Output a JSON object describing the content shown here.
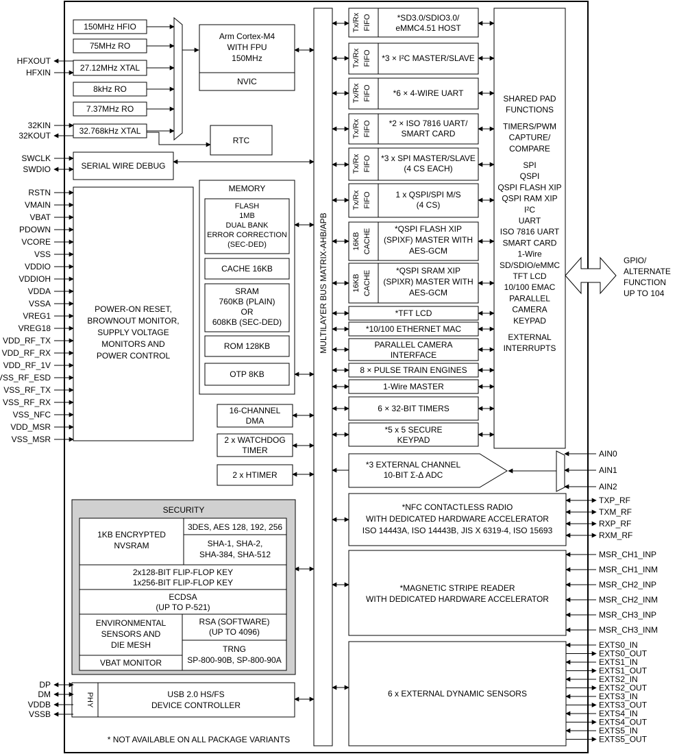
{
  "clocks": [
    "150MHz HFIO",
    "75MHz RO",
    "27.12MHz XTAL",
    "8kHz RO",
    "7.37MHz RO",
    "32.768kHz XTAL"
  ],
  "cpu": {
    "lines": [
      "Arm Cortex-M4",
      "WITH FPU",
      "150MHz"
    ],
    "nvic": "NVIC"
  },
  "rtc": "RTC",
  "swd": "SERIAL WIRE DEBUG",
  "memory": {
    "title": "MEMORY",
    "flash": [
      "FLASH",
      "1MB",
      "DUAL BANK",
      "ERROR CORRECTION",
      "(SEC-DED)"
    ],
    "cache": "CACHE 16KB",
    "sram": [
      "SRAM",
      "760KB (PLAIN)",
      "OR",
      "608KB (SEC-DED)"
    ],
    "rom": "ROM 128KB",
    "otp": "OTP 8KB"
  },
  "power": [
    "POWER-ON RESET,",
    "BROWNOUT MONITOR,",
    "SUPPLY VOLTAGE",
    "MONITORS AND",
    "POWER CONTROL"
  ],
  "dma": [
    "16-CHANNEL",
    "DMA"
  ],
  "wdt": [
    "2 x WATCHDOG",
    "TIMER"
  ],
  "htimer": "2 x HTIMER",
  "bus": "MULTILAYER BUS MATRIX-AHB/APB",
  "fifo": [
    "Tx/Rx",
    "FIFO"
  ],
  "cache_tag": [
    "16KB",
    "CACHE"
  ],
  "periph": {
    "sd": [
      "*SD3.0/SDIO3.0/",
      "eMMC4.51 HOST"
    ],
    "i2c": "*3 × I²C MASTER/SLAVE",
    "uart": "*6 × 4-WIRE UART",
    "iso": [
      "*2 × ISO 7816 UART/",
      "SMART CARD"
    ],
    "spi": [
      "*3 x SPI MASTER/SLAVE",
      "(4 CS EACH)"
    ],
    "qspi": [
      "1 x QSPI/SPI M/S",
      "(4 CS)"
    ],
    "spixf": [
      "*QSPI FLASH XIP",
      "(SPIXF) MASTER WITH",
      "AES-GCM"
    ],
    "spixr": [
      "*QSPI SRAM XIP",
      "(SPIXR) MASTER WITH",
      "AES-GCM"
    ],
    "tft": "*TFT LCD",
    "emac": "*10/100 ETHERNET MAC",
    "camera": [
      "PARALLEL CAMERA",
      "INTERFACE"
    ],
    "pulse": "8 × PULSE TRAIN ENGINES",
    "onewire": "1-Wire MASTER",
    "timers": "6 × 32-BIT TIMERS",
    "keypad": [
      "*5 x 5 SECURE",
      "KEYPAD"
    ],
    "adc": [
      "*3 EXTERNAL CHANNEL",
      "10-BIT Σ-Δ ADC"
    ],
    "nfc": [
      "*NFC CONTACTLESS RADIO",
      "WITH DEDICATED HARDWARE ACCELERATOR",
      "ISO 14443A, ISO 14443B, JIS X 6319-4, ISO 15693"
    ],
    "msr": [
      "*MAGNETIC STRIPE READER",
      "WITH DEDICATED HARDWARE ACCELERATOR"
    ],
    "dyn": "6 x EXTERNAL DYNAMIC SENSORS"
  },
  "shared": [
    "SHARED PAD",
    "FUNCTIONS",
    "",
    "TIMERS/PWM",
    "CAPTURE/",
    "COMPARE",
    "",
    "SPI",
    "QSPI",
    "QSPI FLASH XIP",
    "QSPI RAM XIP",
    "I²C",
    "UART",
    "ISO 7816 UART",
    "SMART CARD",
    "1-Wire",
    "SD/SDIO/eMMC",
    "TFT LCD",
    "10/100 EMAC",
    "PARALLEL",
    "CAMERA",
    "KEYPAD",
    "",
    "EXTERNAL",
    "INTERRUPTS"
  ],
  "gpio": [
    "GPIO/",
    "ALTERNATE",
    "FUNCTION",
    "UP TO 104"
  ],
  "security": {
    "title": "SECURITY",
    "nvsram": [
      "1KB ENCRYPTED",
      "NVSRAM"
    ],
    "aes": "3DES, AES 128, 192, 256",
    "sha": [
      "SHA-1, SHA-2,",
      "SHA-384, SHA-512"
    ],
    "ffkey": [
      "2x128-BIT FLIP-FLOP KEY",
      "1x256-BIT FLIP-FLOP KEY"
    ],
    "ecdsa": [
      "ECDSA",
      "(UP TO P-521)"
    ],
    "env": [
      "ENVIRONMENTAL",
      "SENSORS AND",
      "DIE MESH"
    ],
    "rsa": [
      "RSA (SOFTWARE)",
      "(UP TO 4096)"
    ],
    "vbat": "VBAT MONITOR",
    "trng": [
      "TRNG",
      "SP-800-90B, SP-800-90A"
    ]
  },
  "usb": {
    "phy": "PHY",
    "lines": [
      "USB 2.0 HS/FS",
      "DEVICE CONTROLLER"
    ]
  },
  "footnote": "* NOT AVAILABLE ON ALL PACKAGE VARIANTS",
  "pins_left": {
    "hf": [
      "HFXOUT",
      "HFXIN"
    ],
    "k32": [
      "32KIN",
      "32KOUT"
    ],
    "swd": [
      "SWCLK",
      "SWDIO"
    ],
    "power": [
      "RSTN",
      "VMAIN",
      "VBAT",
      "PDOWN",
      "VCORE",
      "VSS",
      "VDDIO",
      "VDDIOH",
      "VDDA",
      "VSSA",
      "VREG1",
      "VREG18",
      "VDD_RF_TX",
      "VDD_RF_RX",
      "VDD_RF_1V",
      "VSS_RF_ESD",
      "VSS_RF_TX",
      "VSS_RF_RX",
      "VSS_NFC",
      "VDD_MSR",
      "VSS_MSR"
    ],
    "usb": [
      "DP",
      "DM",
      "VDDB",
      "VSSB"
    ]
  },
  "pins_right": {
    "ain": [
      "AIN0",
      "AIN1",
      "AIN2"
    ],
    "nfc": [
      "TXP_RF",
      "TXM_RF",
      "RXP_RF",
      "RXM_RF"
    ],
    "msr": [
      "MSR_CH1_INP",
      "MSR_CH1_INM",
      "MSR_CH2_INP",
      "MSR_CH2_INM",
      "MSR_CH3_INP",
      "MSR_CH3_INM"
    ],
    "exts": [
      "EXTS0_IN",
      "EXTS0_OUT",
      "EXTS1_IN",
      "EXTS1_OUT",
      "EXTS2_IN",
      "EXTS2_OUT",
      "EXTS3_IN",
      "EXTS3_OUT",
      "EXTS4_IN",
      "EXTS4_OUT",
      "EXTS5_IN",
      "EXTS5_OUT"
    ]
  }
}
